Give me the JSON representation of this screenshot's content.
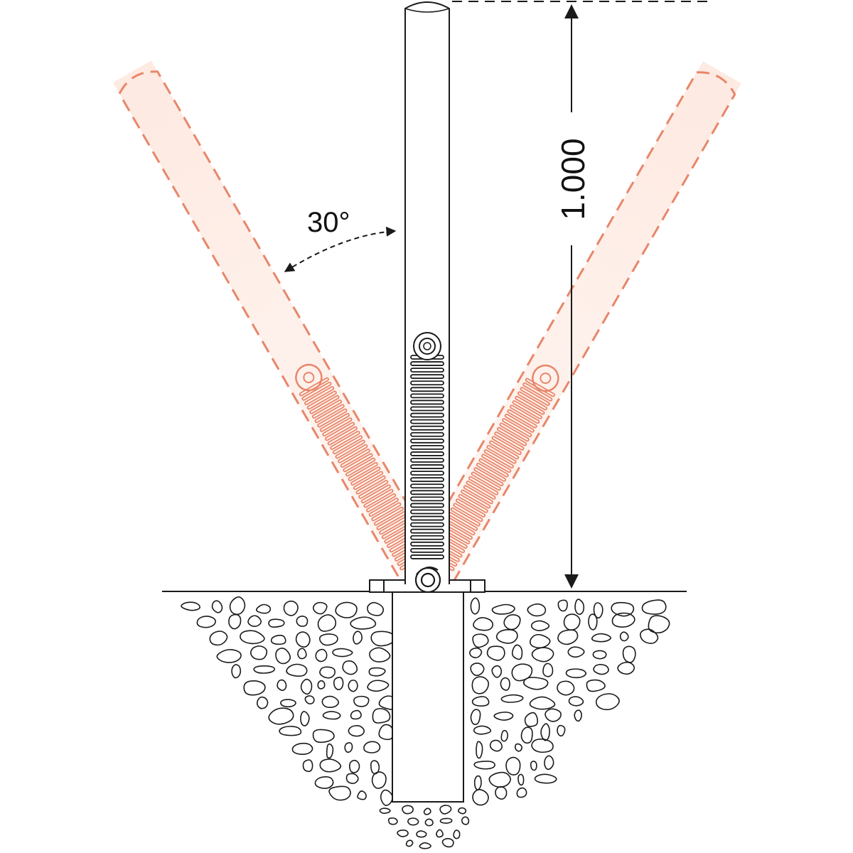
{
  "labels": {
    "height": "1.000",
    "angle": "30°"
  },
  "colors": {
    "outline": "#1a1a1a",
    "deflected": "#e8866a",
    "deflected_fill": "#fde6dc",
    "background": "#ffffff"
  },
  "bollard": {
    "deflection_angle_deg": 30,
    "height_mm": 1000
  }
}
